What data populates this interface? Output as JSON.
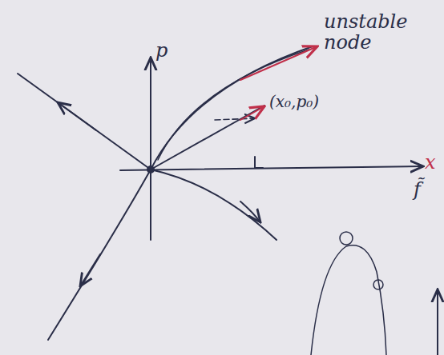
{
  "diagram": {
    "labels": [
      "p",
      "unstable node",
      "(x₀,p₀)",
      "x",
      "f̃"
    ]
  }
}
